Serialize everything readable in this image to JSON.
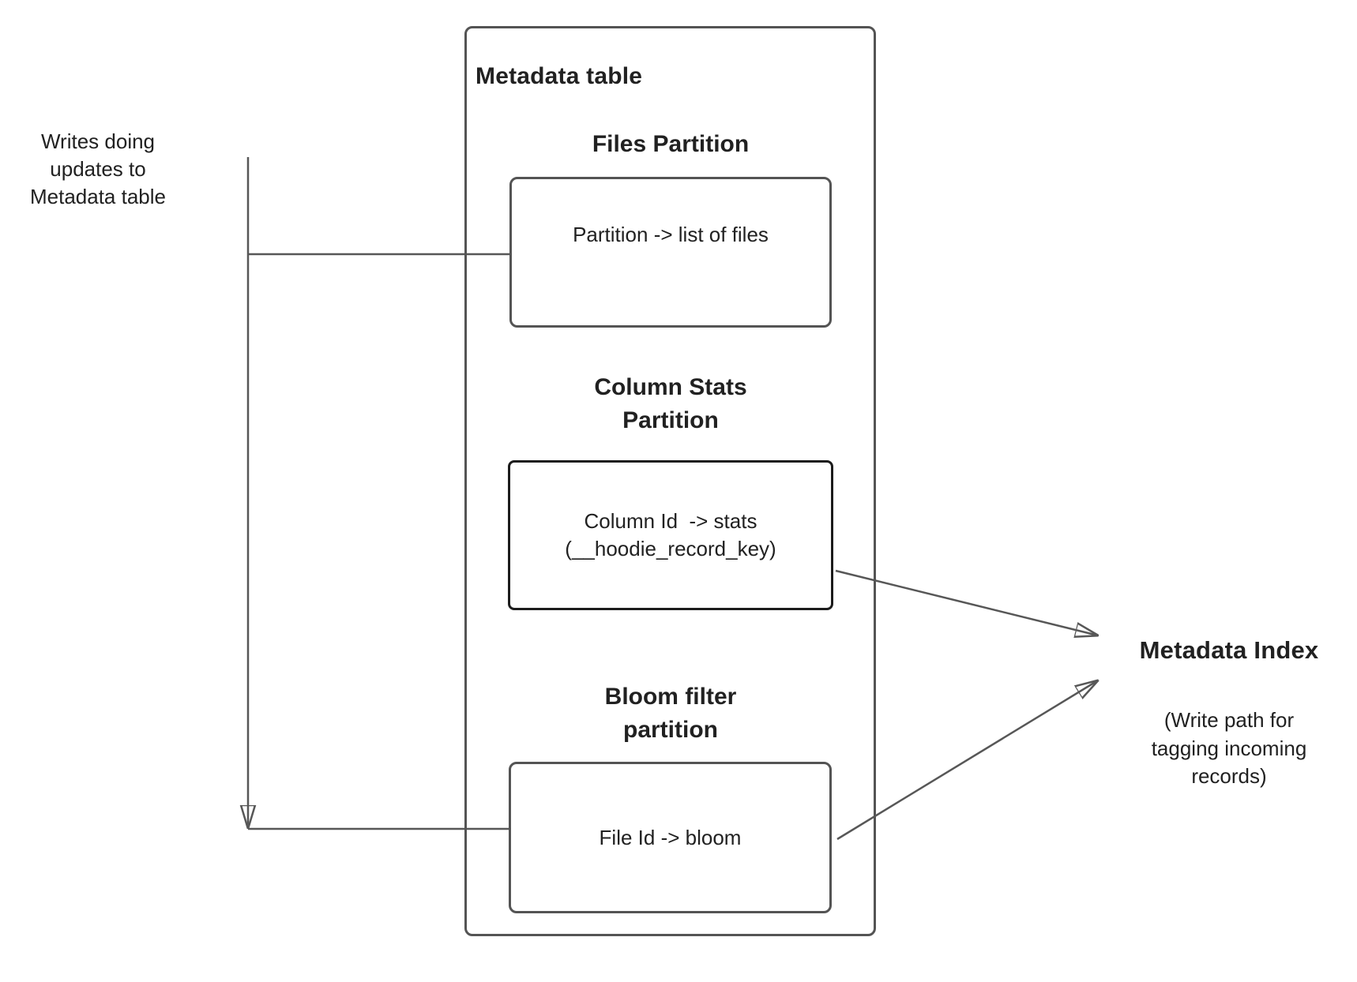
{
  "colors": {
    "line": "#575757",
    "border": "#545454",
    "emphasis_border": "#1c1c1c",
    "text": "#212121",
    "background": "#ffffff"
  },
  "left_note": "Writes doing\nupdates to\nMetadata table",
  "metadata_table": {
    "title": "Metadata table",
    "files_partition": {
      "heading": "Files Partition",
      "box": "Partition -> list of files"
    },
    "column_stats_partition": {
      "heading": "Column Stats\nPartition",
      "box": "Column Id  -> stats\n(__hoodie_record_key)"
    },
    "bloom_filter_partition": {
      "heading": "Bloom filter\npartition",
      "box": "File Id -> bloom"
    }
  },
  "metadata_index": {
    "title": "Metadata Index",
    "note": "(Write path for\ntagging incoming\nrecords)"
  }
}
